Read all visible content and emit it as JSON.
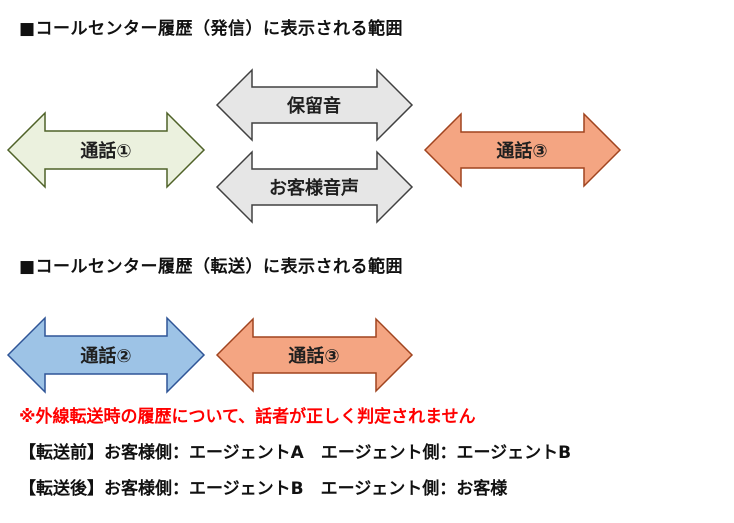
{
  "sections": [
    {
      "heading": "■コールセンター履歴（発信）に表示される範囲"
    },
    {
      "heading": "■コールセンター履歴（転送）に表示される範囲"
    }
  ],
  "arrows": {
    "call1": {
      "label": "通話①",
      "fill": "#ebf1de",
      "stroke": "#4f6228"
    },
    "hold": {
      "label": "保留音",
      "fill": "#e6e6e6",
      "stroke": "#404040"
    },
    "customer_voice": {
      "label": "お客様音声",
      "fill": "#e6e6e6",
      "stroke": "#404040"
    },
    "call3_top": {
      "label": "通話③",
      "fill": "#f4a582",
      "stroke": "#a0441f"
    },
    "call2": {
      "label": "通話②",
      "fill": "#9dc3e6",
      "stroke": "#2f5597"
    },
    "call3_bottom": {
      "label": "通話③",
      "fill": "#f4a582",
      "stroke": "#a0441f"
    }
  },
  "notes": {
    "warning": "※外線転送時の履歴について、話者が正しく判定されません",
    "before": "【転送前】お客様側：エージェントA　エージェント側：エージェントB",
    "after": "【転送後】お客様側：エージェントB　エージェント側：お客様"
  }
}
